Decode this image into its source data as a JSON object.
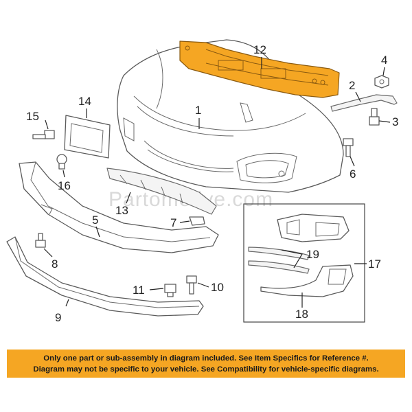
{
  "watermark": "Partomotive.com",
  "callouts": {
    "c1": "1",
    "c2": "2",
    "c3": "3",
    "c4": "4",
    "c5": "5",
    "c6": "6",
    "c7": "7",
    "c8": "8",
    "c9": "9",
    "c10": "10",
    "c11": "11",
    "c12": "12",
    "c13": "13",
    "c14": "14",
    "c15": "15",
    "c16": "16",
    "c17": "17",
    "c18": "18",
    "c19": "19"
  },
  "notice": {
    "line1": "Only one part or sub-assembly in diagram included. See Item Specifics for Reference #.",
    "line2": "Diagram may not be specific to your vehicle. See Compatibility for vehicle-specific diagrams."
  },
  "colors": {
    "highlight": "#f5a623",
    "notice_background": "#f5a623"
  }
}
